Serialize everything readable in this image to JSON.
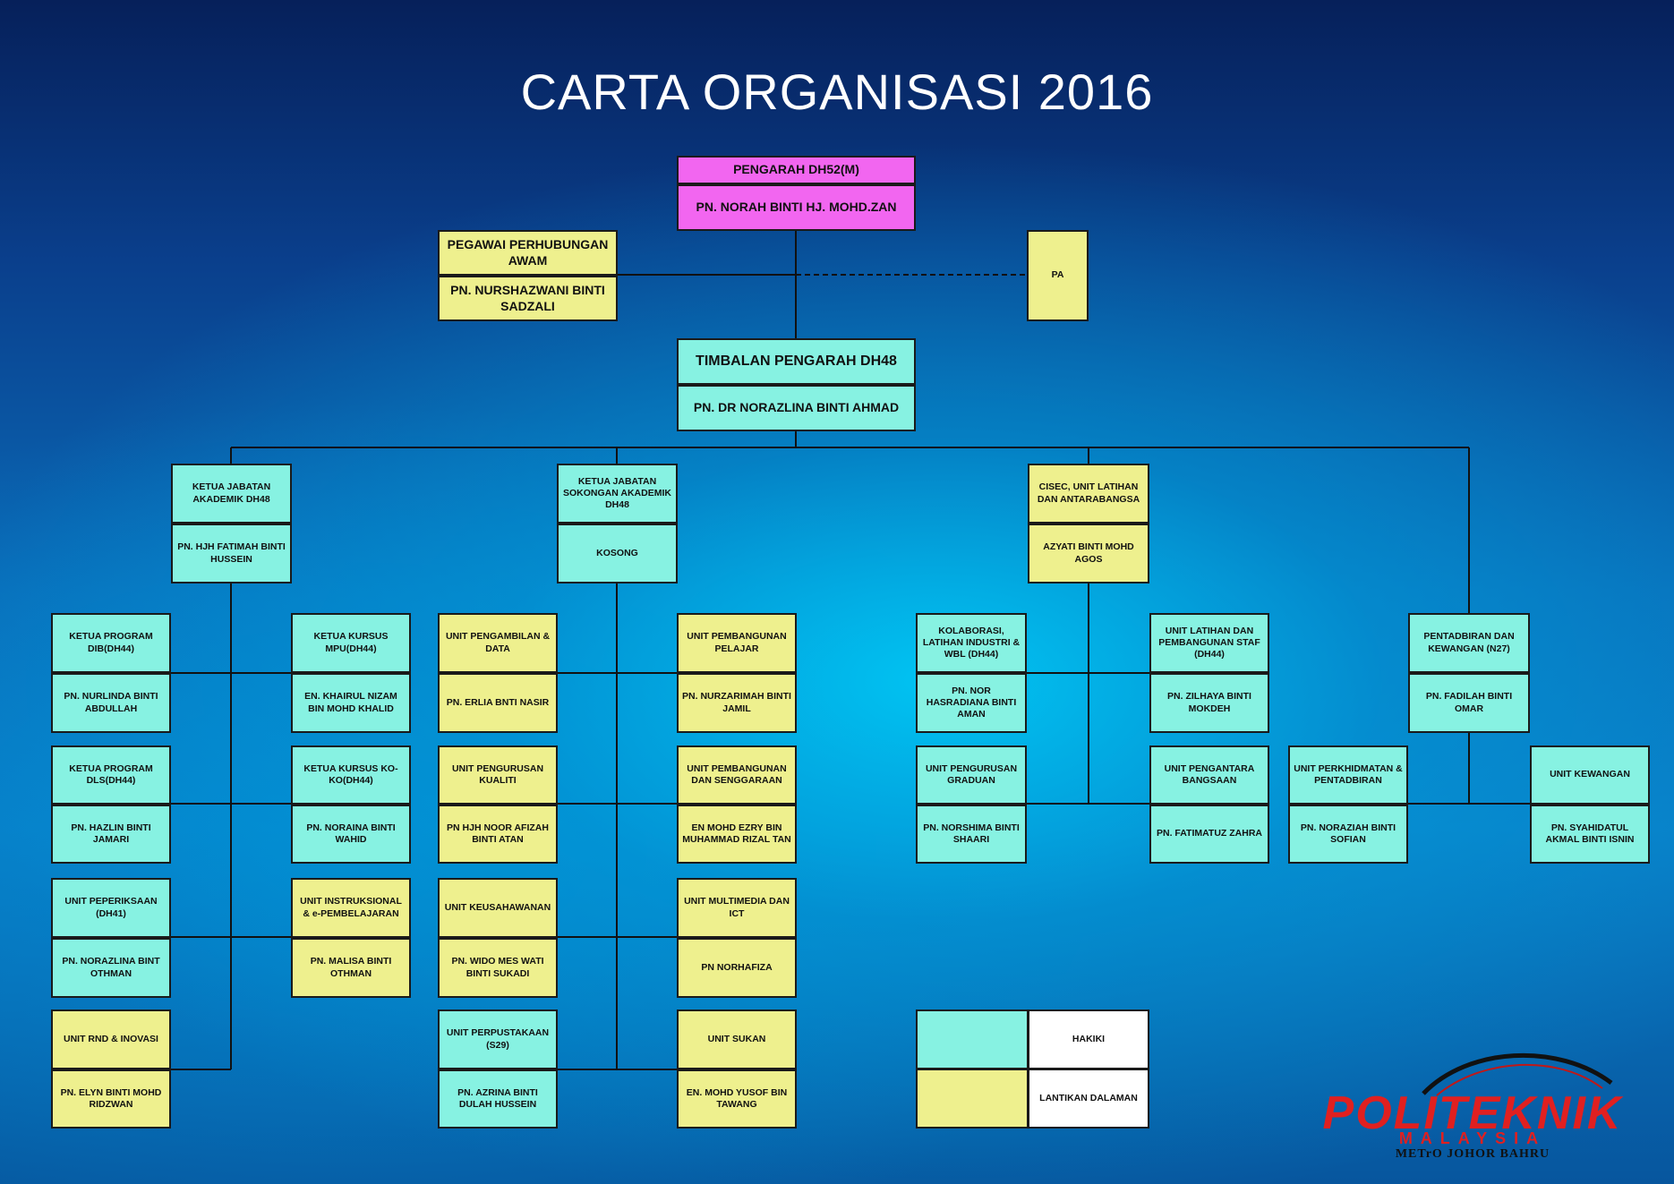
{
  "title": "CARTA ORGANISASI 2016",
  "colors": {
    "hakiki": "#87f2e2",
    "lantikan_dalaman": "#eef08e",
    "pengarah": "#f266f0"
  },
  "pengarah": {
    "role": "PENGARAH DH52(M)",
    "name": "PN. NORAH BINTI HJ. MOHD.ZAN"
  },
  "pegawai_perhubungan": {
    "role": "PEGAWAI PERHUBUNGAN AWAM",
    "name": "PN. NURSHAZWANI BINTI SADZALI"
  },
  "pa": {
    "role": "PA"
  },
  "timbalan": {
    "role": "TIMBALAN PENGARAH DH48",
    "name": "PN. DR NORAZLINA BINTI AHMAD"
  },
  "jabatan_akademik": {
    "role": "KETUA JABATAN AKADEMIK DH48",
    "name": "PN. HJH FATIMAH BINTI HUSSEIN"
  },
  "jabatan_sokongan": {
    "role": "KETUA JABATAN SOKONGAN AKADEMIK DH48",
    "name": "KOSONG"
  },
  "cisec": {
    "role": "CISEC, UNIT LATIHAN DAN ANTARABANGSA",
    "name": "AZYATI BINTI MOHD AGOS"
  },
  "pentadbiran": {
    "role": "PENTADBIRAN DAN KEWANGAN (N27)",
    "name": "PN. FADILAH BINTI OMAR"
  },
  "units": [
    {
      "role": "KETUA PROGRAM DIB(DH44)",
      "name": "PN. NURLINDA BINTI ABDULLAH"
    },
    {
      "role": "KETUA KURSUS MPU(DH44)",
      "name": "EN. KHAIRUL NIZAM BIN MOHD KHALID"
    },
    {
      "role": "UNIT PENGAMBILAN & DATA",
      "name": "PN. ERLIA BNTI NASIR"
    },
    {
      "role": "UNIT PEMBANGUNAN PELAJAR",
      "name": "PN. NURZARIMAH BINTI JAMIL"
    },
    {
      "role": "KOLABORASI, LATIHAN INDUSTRI & WBL (DH44)",
      "name": "PN. NOR HASRADIANA BINTI AMAN"
    },
    {
      "role": "UNIT LATIHAN DAN PEMBANGUNAN STAF (DH44)",
      "name": "PN. ZILHAYA BINTI MOKDEH"
    },
    {
      "role": "KETUA PROGRAM DLS(DH44)",
      "name": "PN. HAZLIN BINTI JAMARI"
    },
    {
      "role": "KETUA KURSUS KO-KO(DH44)",
      "name": "PN. NORAINA BINTI WAHID"
    },
    {
      "role": "UNIT PENGURUSAN KUALITI",
      "name": "PN HJH NOOR AFIZAH BINTI ATAN"
    },
    {
      "role": "UNIT PEMBANGUNAN DAN SENGGARAAN",
      "name": "EN MOHD EZRY BIN MUHAMMAD RIZAL TAN"
    },
    {
      "role": "UNIT PENGURUSAN GRADUAN",
      "name": "PN. NORSHIMA BINTI SHAARI"
    },
    {
      "role": "UNIT PENGANTARA BANGSAAN",
      "name": "PN. FATIMATUZ ZAHRA"
    },
    {
      "role": "UNIT PERKHIDMATAN & PENTADBIRAN",
      "name": "PN. NORAZIAH BINTI SOFIAN"
    },
    {
      "role": "UNIT KEWANGAN",
      "name": "PN. SYAHIDATUL AKMAL BINTI ISNIN"
    },
    {
      "role": "UNIT PEPERIKSAAN (DH41)",
      "name": "PN. NORAZLINA BINT OTHMAN"
    },
    {
      "role": "UNIT INSTRUKSIONAL & e-PEMBELAJARAN",
      "name": "PN. MALISA BINTI OTHMAN"
    },
    {
      "role": "UNIT KEUSAHAWANAN",
      "name": "PN. WIDO MES WATI BINTI SUKADI"
    },
    {
      "role": "UNIT MULTIMEDIA DAN ICT",
      "name": "PN NORHAFIZA"
    },
    {
      "role": "UNIT RND & INOVASI",
      "name": "PN. ELYN BINTI MOHD RIDZWAN"
    },
    {
      "role": "UNIT PERPUSTAKAAN (S29)",
      "name": "PN. AZRINA BINTI DULAH HUSSEIN"
    },
    {
      "role": "UNIT SUKAN",
      "name": "EN. MOHD YUSOF BIN TAWANG"
    }
  ],
  "legend": {
    "hakiki": "HAKIKI",
    "lantikan_dalaman": "LANTIKAN DALAMAN"
  },
  "logo": {
    "word": "POLITEKNIK",
    "sub": "MALAYSIA",
    "city": "METrO JOHOR BAHRU"
  }
}
